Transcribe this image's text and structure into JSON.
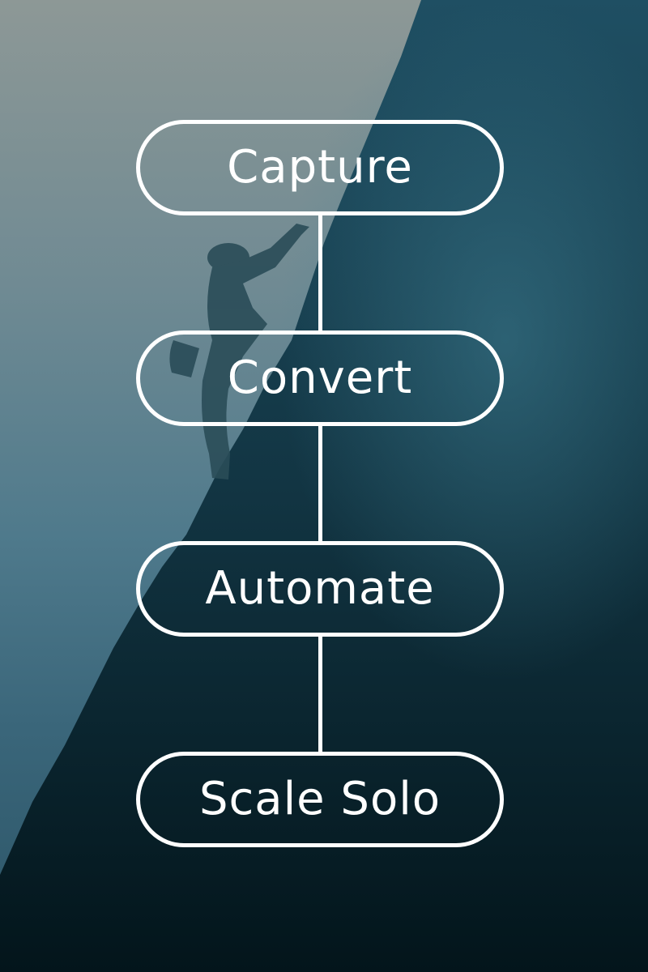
{
  "steps": [
    {
      "label": "Capture"
    },
    {
      "label": "Convert"
    },
    {
      "label": "Automate"
    },
    {
      "label": "Scale Solo"
    }
  ],
  "colors": {
    "outline": "#ffffff",
    "text": "#ffffff",
    "sky_top": "#8d9896",
    "sky_bottom": "#2b5466",
    "rock": "#0e2a36"
  }
}
